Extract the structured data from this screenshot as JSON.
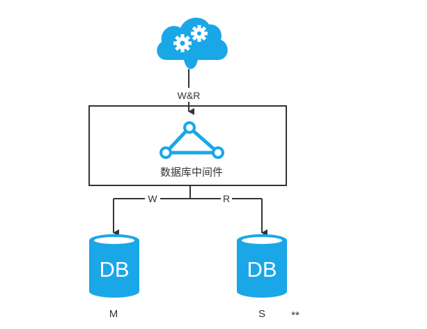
{
  "diagram": {
    "client_icon": "cloud-gears-icon",
    "middleware_icon": "triangle-network-icon",
    "database_icon": "database-cylinder-icon",
    "edge_labels": {
      "client_to_middleware": "W&R",
      "middleware_to_master": "W",
      "middleware_to_slave": "R"
    },
    "middleware": {
      "label": "数据库中间件"
    },
    "databases": [
      {
        "symbol": "DB",
        "name": "M"
      },
      {
        "symbol": "DB",
        "name": "S"
      }
    ],
    "footnote": "**",
    "colors": {
      "accent": "#1aa7e8",
      "line": "#333333",
      "text": "#333333"
    }
  }
}
